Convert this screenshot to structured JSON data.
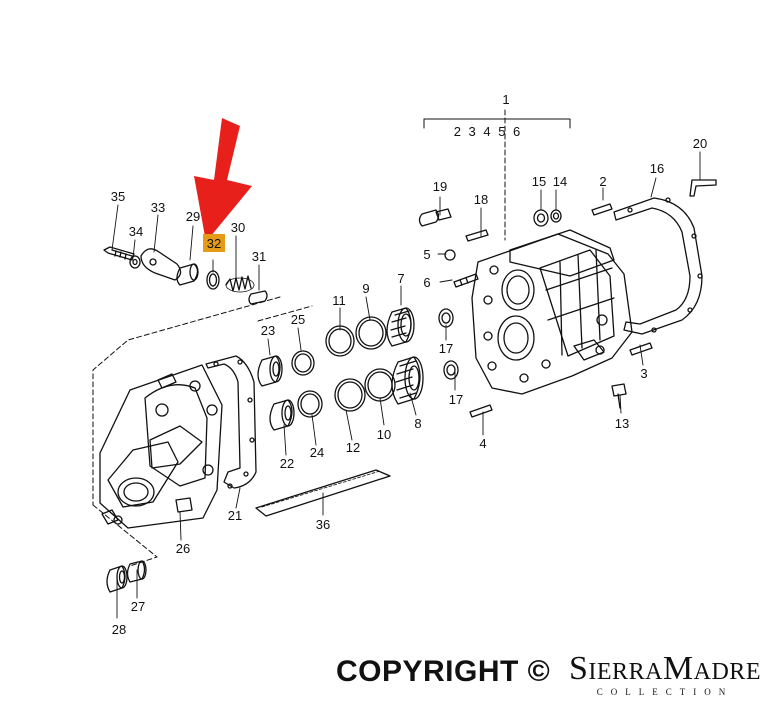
{
  "diagram": {
    "highlighted_part": "32",
    "group_label": "1",
    "group_members": "2 3 4 5 6",
    "labels": {
      "l2": "2",
      "l3": "3",
      "l4": "4",
      "l5": "5",
      "l6": "6",
      "l7": "7",
      "l8": "8",
      "l9": "9",
      "l10": "10",
      "l11": "11",
      "l12": "12",
      "l13": "13",
      "l14": "14",
      "l15": "15",
      "l16": "16",
      "l17a": "17",
      "l17b": "17",
      "l18": "18",
      "l19": "19",
      "l20": "20",
      "l21": "21",
      "l22": "22",
      "l23": "23",
      "l24": "24",
      "l25": "25",
      "l26": "26",
      "l27": "27",
      "l28": "28",
      "l29": "29",
      "l30": "30",
      "l31": "31",
      "l33": "33",
      "l34": "34",
      "l35": "35",
      "l36": "36"
    },
    "arrow_color": "#e8201c",
    "highlight_color": "#e59b17"
  },
  "footer": {
    "copyright": "COPYRIGHT ©",
    "brand_name": "SierraMadre",
    "brand_sub": "COLLECTION"
  }
}
